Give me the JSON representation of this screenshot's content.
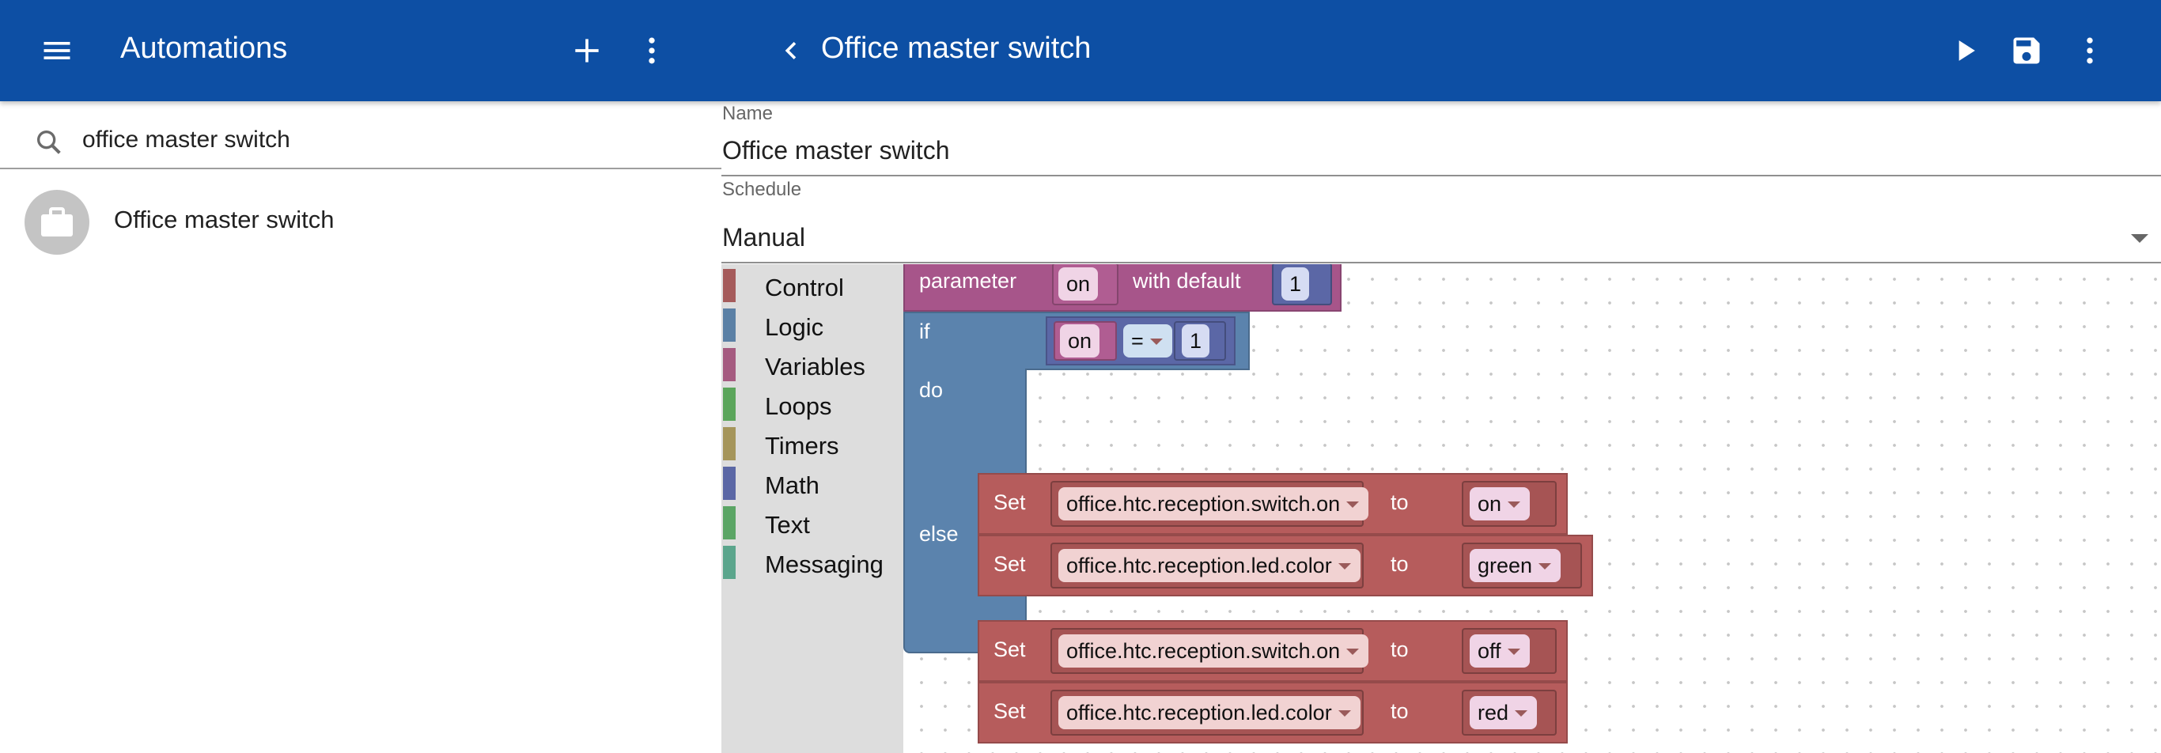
{
  "left_header": {
    "title": "Automations"
  },
  "right_header": {
    "title": "Office master switch"
  },
  "icons": {
    "menu": "menu-icon",
    "add": "plus-icon",
    "more": "more-vert-icon",
    "back": "chevron-left-icon",
    "run": "play-icon",
    "save": "save-icon",
    "search": "search-icon",
    "avatar": "briefcase-icon",
    "dropdown": "arrow-drop-down-icon"
  },
  "search": {
    "value": "office master switch"
  },
  "list": [
    {
      "label": "Office master switch"
    }
  ],
  "form": {
    "name_label": "Name",
    "name_value": "Office master switch",
    "schedule_label": "Schedule",
    "schedule_value": "Manual"
  },
  "toolbox": [
    {
      "name": "Control",
      "color": "#a55b5b"
    },
    {
      "name": "Logic",
      "color": "#5b80a5"
    },
    {
      "name": "Variables",
      "color": "#a55b80"
    },
    {
      "name": "Loops",
      "color": "#5ba55b"
    },
    {
      "name": "Timers",
      "color": "#a5955b"
    },
    {
      "name": "Math",
      "color": "#5b67a5"
    },
    {
      "name": "Text",
      "color": "#5ba565"
    },
    {
      "name": "Messaging",
      "color": "#5ba58c"
    }
  ],
  "blocks": {
    "param_label": "parameter",
    "param_name": "on",
    "with_default": "with default",
    "default_value": "1",
    "if_label": "if",
    "cond_var": "on",
    "cond_op": "=",
    "cond_val": "1",
    "do_label": "do",
    "else_label": "else",
    "set_label": "Set",
    "to_label": "to",
    "statements": [
      {
        "target": "office.htc.reception.switch.on",
        "value": "on"
      },
      {
        "target": "office.htc.reception.led.color",
        "value": "green"
      },
      {
        "target": "office.htc.reception.switch.on",
        "value": "off"
      },
      {
        "target": "office.htc.reception.led.color",
        "value": "red"
      }
    ]
  }
}
